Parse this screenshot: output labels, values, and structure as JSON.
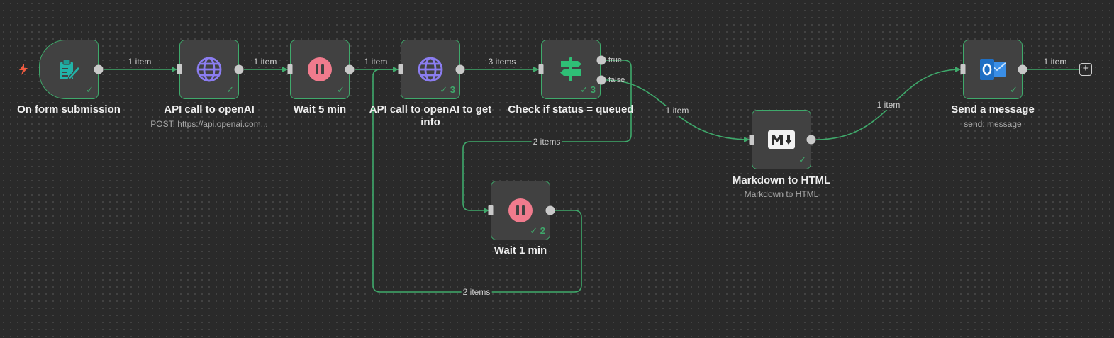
{
  "nodes": {
    "form": {
      "label": "On form submission",
      "check": "✓",
      "icon": "form-icon"
    },
    "api1": {
      "label": "API call to openAI",
      "subtitle": "POST: https://api.openai.com...",
      "check": "✓",
      "icon": "globe-icon"
    },
    "wait5": {
      "label": "Wait 5 min",
      "check": "✓",
      "icon": "pause-icon"
    },
    "api2": {
      "label": "API call to openAI to get info",
      "check": "✓ 3",
      "icon": "globe-icon"
    },
    "ifnode": {
      "label": "Check if status = queued",
      "check": "✓ 3",
      "icon": "signpost-icon"
    },
    "wait1": {
      "label": "Wait 1 min",
      "check": "✓ 2",
      "icon": "pause-icon"
    },
    "md": {
      "label": "Markdown to HTML",
      "subtitle": "Markdown to HTML",
      "check": "✓",
      "icon": "markdown-icon"
    },
    "send": {
      "label": "Send a message",
      "subtitle": "send: message",
      "check": "✓",
      "icon": "outlook-icon"
    }
  },
  "branches": {
    "true_label": "true",
    "false_label": "false"
  },
  "edges": {
    "form_api1": "1 item",
    "api1_wait5": "1 item",
    "wait5_api2": "1 item",
    "api2_if": "3 items",
    "if_false_md": "1 item",
    "if_true_wait1": "2 items",
    "wait1_api2": "2 items",
    "md_send": "1 item",
    "send_out": "1 item"
  },
  "add_button": "+",
  "colors": {
    "canvas": "#2a2a2a",
    "node_bg": "#414141",
    "success_green": "#3fa96b",
    "connection": "#3fa96b",
    "globe": "#8b7df0",
    "pause": "#f07b8d",
    "form": "#22b3a8",
    "trigger_bolt": "#ee5a40",
    "outlook": "#1f6fc4"
  }
}
